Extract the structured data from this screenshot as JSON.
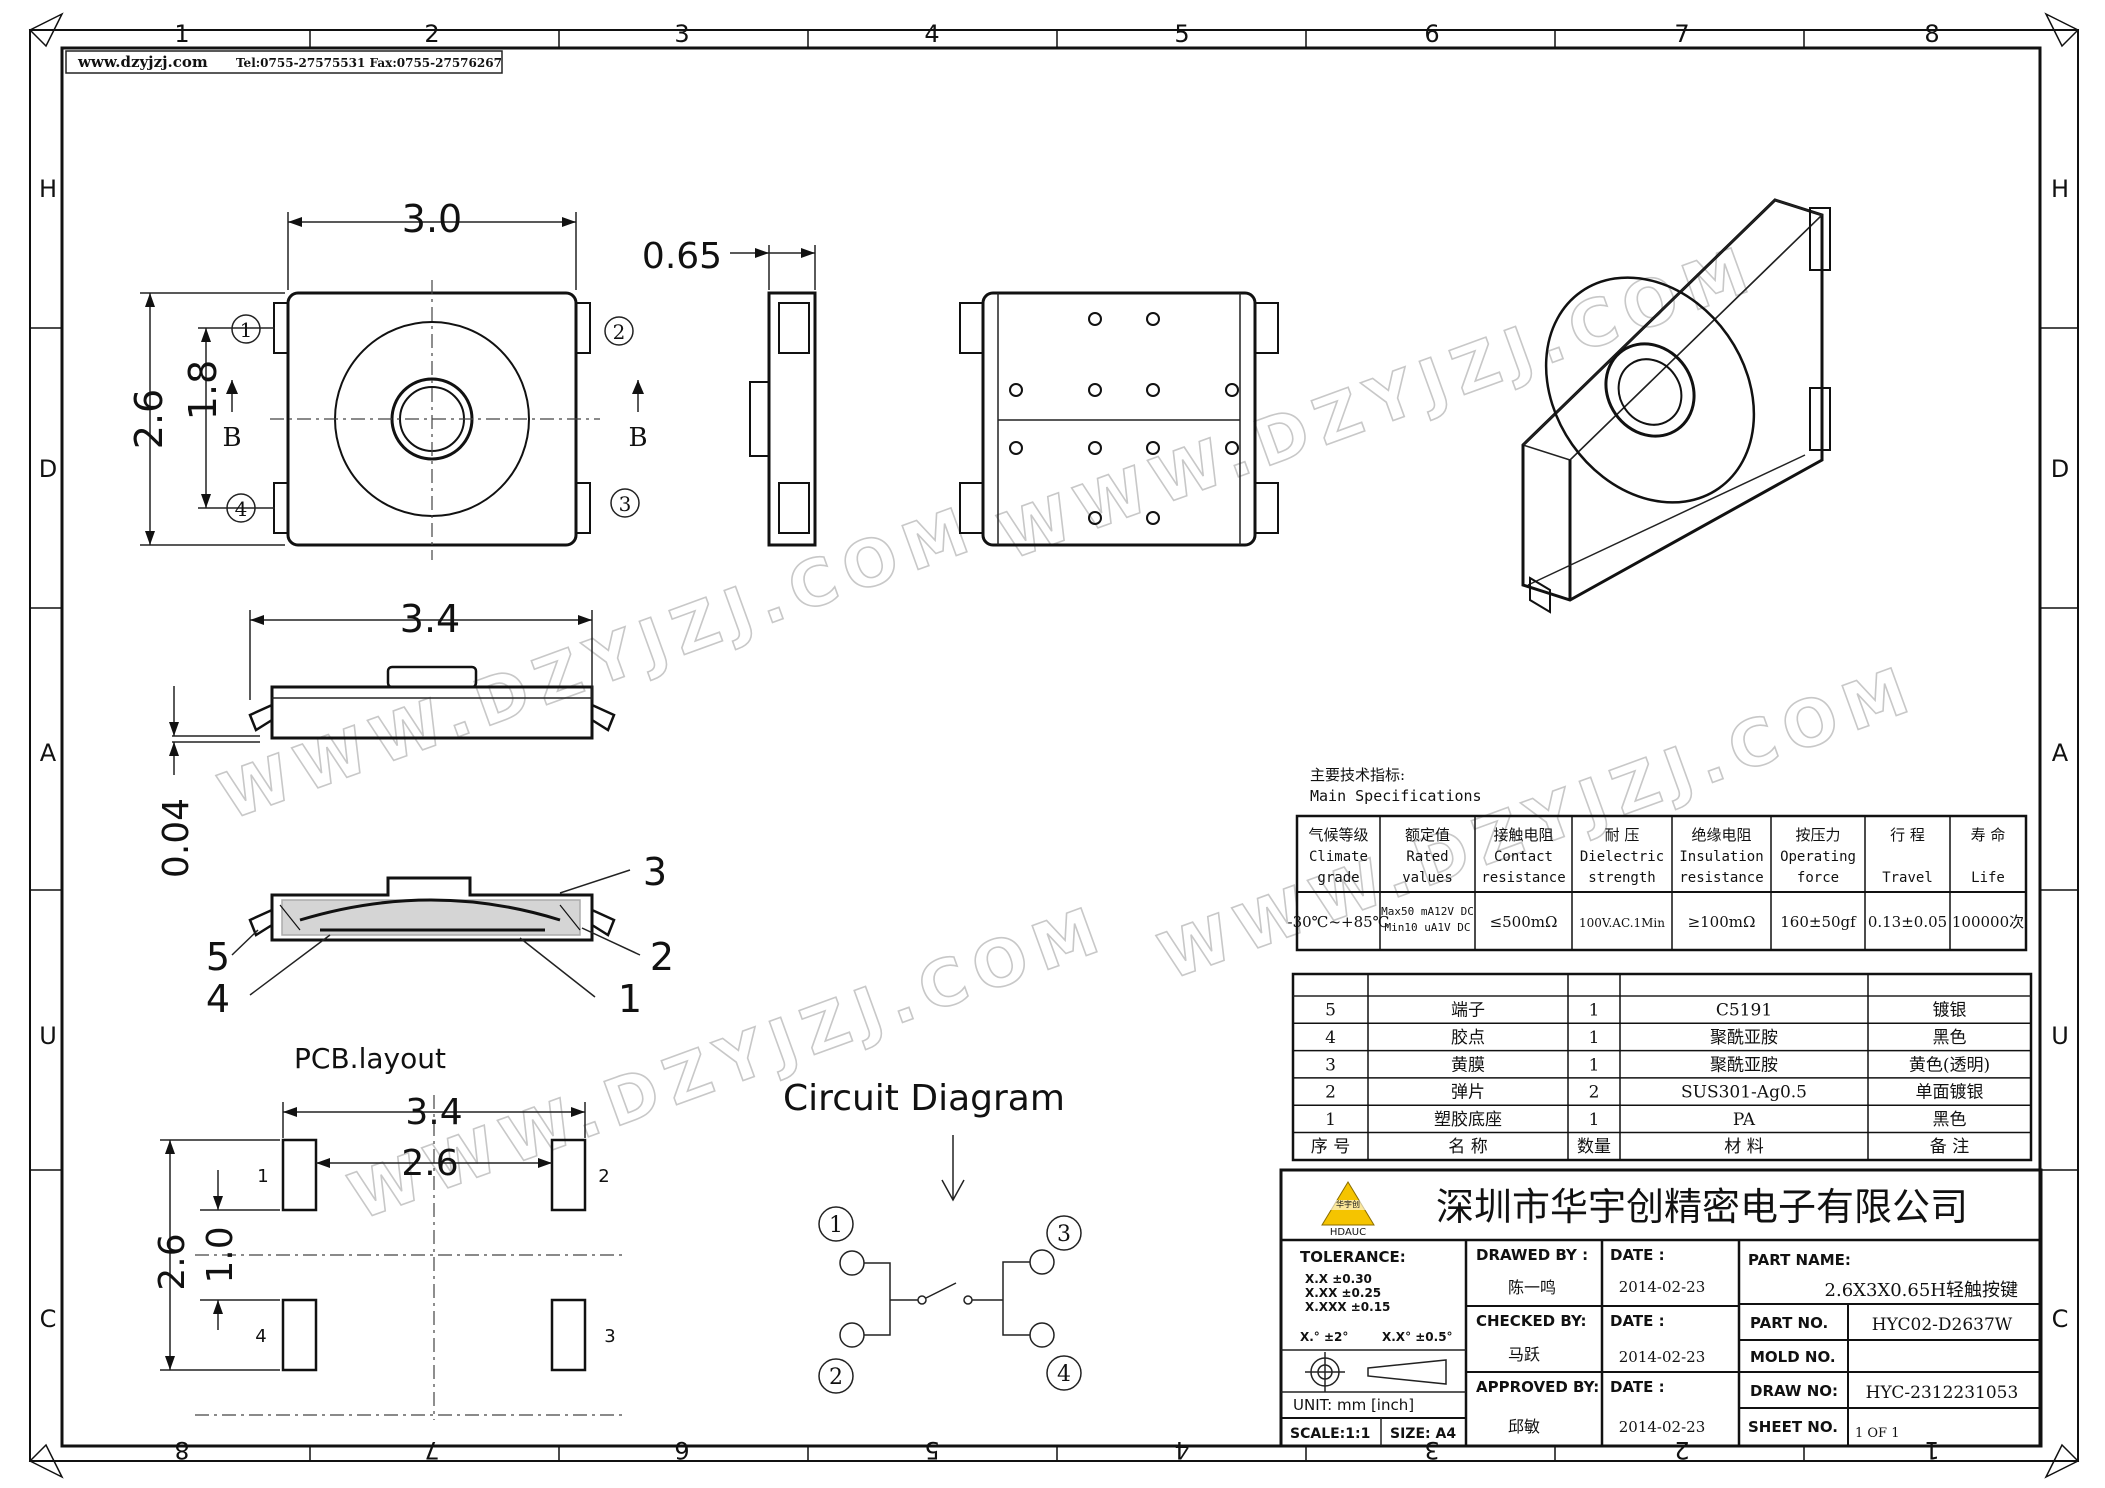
{
  "website": "www.dzyjzj.com",
  "contact": "Tel:0755-27575531  Fax:0755-27576267",
  "watermark": "WWW.DZYJZJ.COM",
  "colors": {
    "line": "#111111",
    "watermark": "#c8c8c8",
    "logo": "#f5c400"
  },
  "grid": {
    "top_cols": [
      "1",
      "2",
      "3",
      "4",
      "5",
      "6",
      "7",
      "8"
    ],
    "bottom_cols": [
      "8",
      "7",
      "6",
      "5",
      "4",
      "3",
      "2",
      "1"
    ],
    "left_rows": [
      "H",
      "D",
      "A",
      "U",
      "C"
    ],
    "right_rows": [
      "H",
      "D",
      "A",
      "U",
      "C"
    ]
  },
  "dims": {
    "width_top": "3.0",
    "height_total": "2.6",
    "height_inner": "1.8",
    "thickness": "0.65",
    "width_side": "3.4",
    "gap": "0.04",
    "section_b": "B",
    "pin1": "1",
    "pin2": "2",
    "pin3": "3",
    "pin4": "4"
  },
  "callouts": [
    "1",
    "2",
    "3",
    "4",
    "5"
  ],
  "pcb": {
    "title": "PCB.layout",
    "width_outer": "3.4",
    "width_inner": "2.6",
    "height_outer": "2.6",
    "height_inner": "1.0",
    "pad1": "1",
    "pad2": "2",
    "pad3": "3",
    "pad4": "4"
  },
  "circuit": {
    "title": "Circuit Diagram",
    "p1": "1",
    "p2": "2",
    "p3": "3",
    "p4": "4"
  },
  "specs": {
    "heading_cn": "主要技术指标:",
    "heading_en": "Main Specifications",
    "columns": [
      {
        "cn": "气候等级",
        "en1": "Climate",
        "en2": "grade",
        "value": "-30℃~+85℃"
      },
      {
        "cn": "额定值",
        "en1": "Rated",
        "en2": "values",
        "value": "Max50 mA12V DC",
        "value2": "Min10 uA1V DC"
      },
      {
        "cn": "接触电阻",
        "en1": "Contact",
        "en2": "resistance",
        "value": "≤500mΩ"
      },
      {
        "cn": "耐  压",
        "en1": "Dielectric",
        "en2": "strength",
        "value": "100V.AC.1Min"
      },
      {
        "cn": "绝缘电阻",
        "en1": "Insulation",
        "en2": "resistance",
        "value": "≥100mΩ"
      },
      {
        "cn": "按压力",
        "en1": "Operating",
        "en2": "force",
        "value": "160±50gf"
      },
      {
        "cn": "行 程",
        "en1": "",
        "en2": "Travel",
        "value": "0.13±0.05"
      },
      {
        "cn": "寿 命",
        "en1": "",
        "en2": "Life",
        "value": "100000次"
      }
    ]
  },
  "bom": {
    "rows": [
      {
        "no": "5",
        "name": "端子",
        "qty": "1",
        "material": "C5191",
        "note": "镀银"
      },
      {
        "no": "4",
        "name": "胶点",
        "qty": "1",
        "material": "聚酰亚胺",
        "note": "黑色"
      },
      {
        "no": "3",
        "name": "黄膜",
        "qty": "1",
        "material": "聚酰亚胺",
        "note": "黄色(透明)"
      },
      {
        "no": "2",
        "name": "弹片",
        "qty": "2",
        "material": "SUS301-Ag0.5",
        "note": "单面镀银"
      },
      {
        "no": "1",
        "name": "塑胶底座",
        "qty": "1",
        "material": "PA",
        "note": "黑色"
      }
    ],
    "header": {
      "no": "序 号",
      "name": "名  称",
      "qty": "数量",
      "material": "材  料",
      "note": "备  注"
    }
  },
  "title_block": {
    "company": "深圳市华宇创精密电子有限公司",
    "logo_text": "HDAUC",
    "logo_cn": "华宇创",
    "tolerance_label": "TOLERANCE:",
    "tol1": "X.X    ±0.30",
    "tol2": "X.XX   ±0.25",
    "tol3": "X.XXX  ±0.15",
    "tol_angle1": "X.° ±2°",
    "tol_angle2": "X.X° ±0.5°",
    "unit": "UNIT:  mm  [inch]",
    "scale": "SCALE:1:1",
    "size": "SIZE: A4",
    "drawn_by_label": "DRAWED BY :",
    "drawn_by": "陈一鸣",
    "checked_by_label": "CHECKED BY:",
    "checked_by": "马跃",
    "approved_by_label": "APPROVED BY:",
    "approved_by": "邱敏",
    "date_label": "DATE :",
    "date1": "2014-02-23",
    "date2": "2014-02-23",
    "date3": "2014-02-23",
    "part_name_label": "PART NAME:",
    "part_name": "2.6X3X0.65H轻触按键",
    "part_no_label": "PART NO.",
    "part_no": "HYC02-D2637W",
    "mold_no_label": "MOLD NO.",
    "mold_no": "",
    "draw_no_label": "DRAW NO:",
    "draw_no": "HYC-2312231053",
    "sheet_no_label": "SHEET NO.",
    "sheet_no": "1 OF 1"
  }
}
